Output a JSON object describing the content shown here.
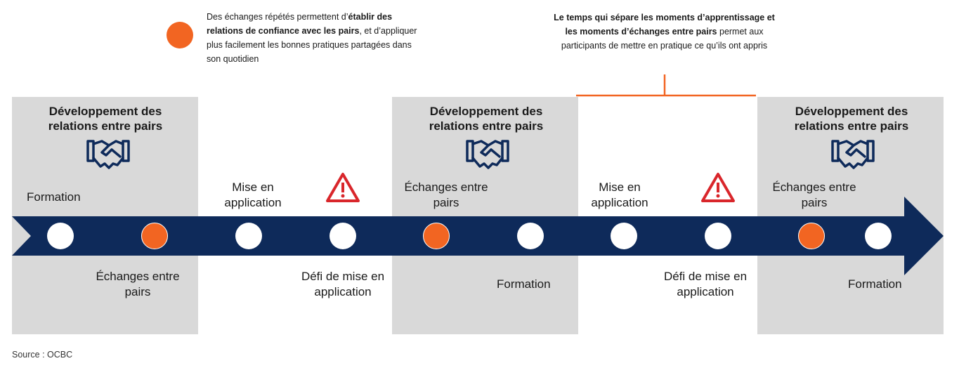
{
  "legend": {
    "dot_color": "#f26522",
    "text_html": "Des échanges répétés permettent d’<b>établir des relations de confiance avec les pairs</b>, et d’appliquer plus facilement les bonnes pratiques partagées dans son quotidien"
  },
  "gap_note": {
    "text_html": "<b>Le temps qui sépare les moments d’apprentissage et les moments d’échanges entre pairs</b> permet aux participants de mettre en pratique ce qu’ils ont appris"
  },
  "panels": [
    {
      "title": "Développement des relations entre pairs",
      "icon": "handshake-icon"
    },
    {
      "title": "Développement des relations entre pairs",
      "icon": "handshake-icon"
    },
    {
      "title": "Développement des relations entre pairs",
      "icon": "handshake-icon"
    }
  ],
  "labels_above": [
    "Formation",
    "Mise en application",
    "Échanges entre pairs",
    "Mise en application",
    "Échanges entre pairs"
  ],
  "labels_below": [
    "Échanges entre pairs",
    "Défi de mise en application",
    "Formation",
    "Défi de mise en application",
    "Formation"
  ],
  "warning_icons": [
    "warning-icon",
    "warning-icon"
  ],
  "timeline": {
    "arrow_color": "#0e2a5a",
    "dots": [
      "white",
      "orange",
      "white",
      "white",
      "orange",
      "white",
      "white",
      "white",
      "orange",
      "white"
    ]
  },
  "colors": {
    "panel": "#d9d9d9",
    "accent": "#f26522",
    "warning": "#d9262b",
    "icon": "#0e2a5a"
  },
  "source": "Source : OCBC"
}
